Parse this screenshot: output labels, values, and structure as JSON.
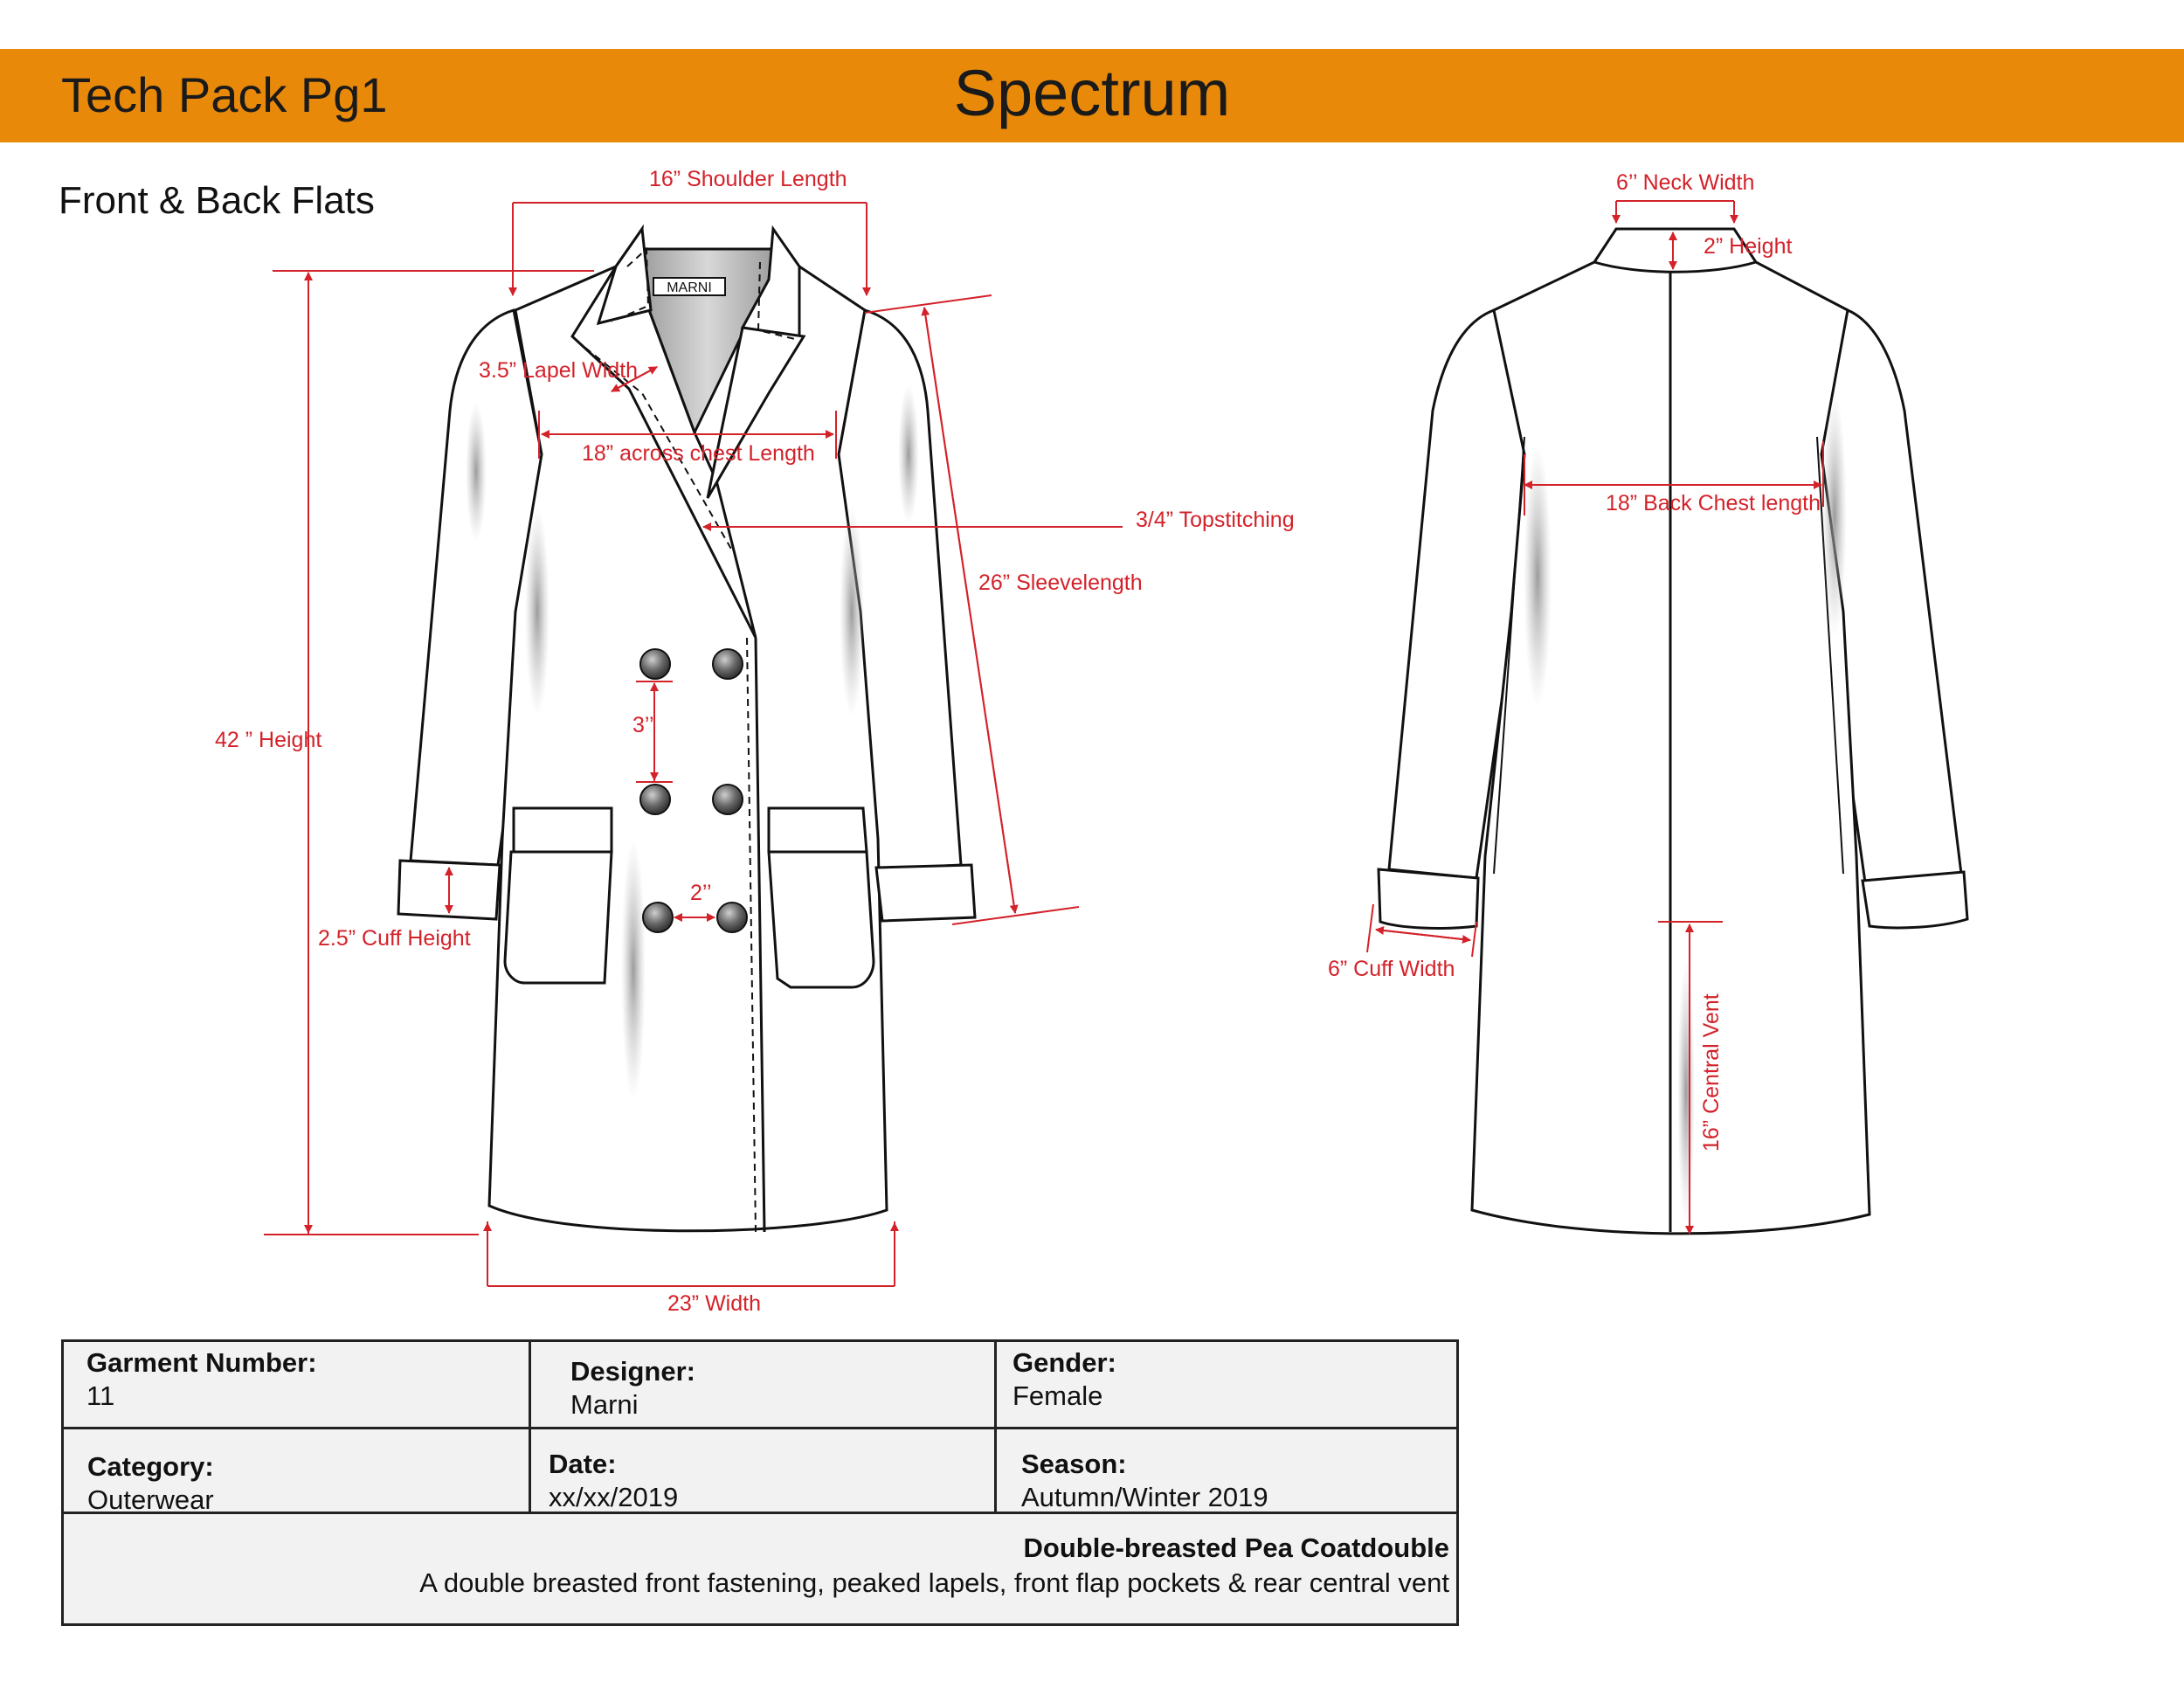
{
  "header": {
    "page_label": "Tech Pack Pg1",
    "brand": "Spectrum",
    "color": "#e8890a"
  },
  "section_title": "Front & Back Flats",
  "front_flat": {
    "label_tag": "MARNI",
    "measurements": {
      "shoulder": "16” Shoulder Length",
      "lapel": "3.5” Lapel Width",
      "chest": "18” across chest Length",
      "topstitch": "3/4” Topstitching",
      "sleeve": "26” Sleevelength",
      "height": "42  ” Height",
      "button_vertical": "3’’",
      "button_horizontal": "2’’",
      "cuff_height": "2.5” Cuff Height",
      "width": "23” Width"
    }
  },
  "back_flat": {
    "measurements": {
      "neck": "6’’ Neck Width",
      "collar_height": "2” Height",
      "back_chest": "18” Back Chest length",
      "cuff_width": "6” Cuff Width",
      "vent": "16” Central Vent"
    }
  },
  "measure_color": "#d3222a",
  "info": {
    "garment_number": {
      "label": "Garment Number:",
      "value": "11"
    },
    "designer": {
      "label": "Designer:",
      "value": "Marni"
    },
    "gender": {
      "label": "Gender:",
      "value": "Female"
    },
    "category": {
      "label": "Category:",
      "value": "Outerwear"
    },
    "date": {
      "label": "Date:",
      "value": "xx/xx/2019"
    },
    "season": {
      "label": "Season:",
      "value": "Autumn/Winter 2019"
    },
    "description_title": "Double-breasted Pea Coatdouble",
    "description_text": "A double breasted front fastening, peaked lapels, front flap pockets & rear central vent"
  }
}
